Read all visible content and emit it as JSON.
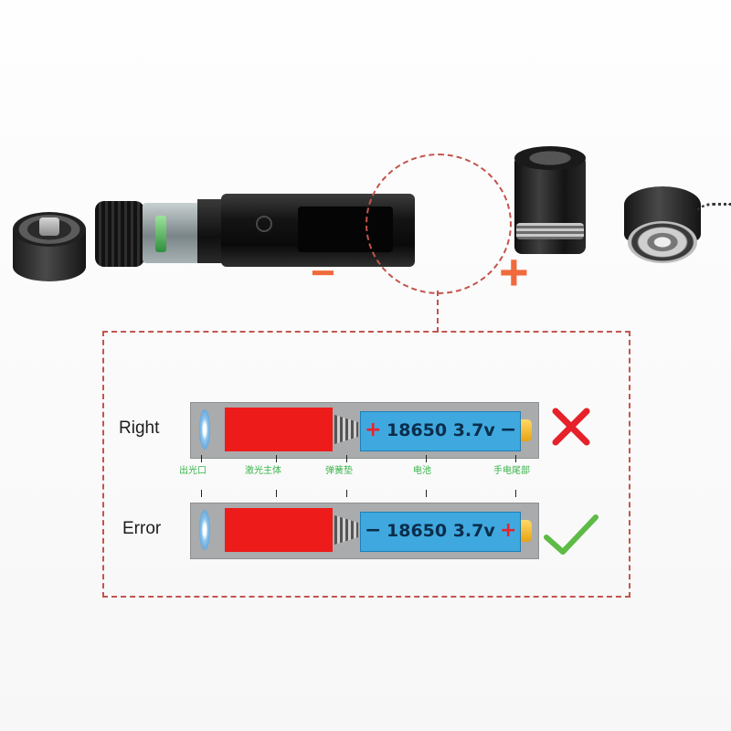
{
  "photo": {
    "minus_sign": "−",
    "plus_sign": "+"
  },
  "diagram": {
    "rows": [
      {
        "label": "Right",
        "battery_text": "18650  3.7v",
        "left_pole": "+",
        "right_pole": "−",
        "verdict_icon": "x-mark-icon"
      },
      {
        "label": "Error",
        "battery_text": "18650  3.7v",
        "left_pole": "−",
        "right_pole": "+",
        "verdict_icon": "checkmark-icon"
      }
    ],
    "parts": [
      "出光口",
      "激光主体",
      "弹簧垫",
      "电池",
      "手电尾部"
    ]
  },
  "colors": {
    "sign_orange": "#f06a3c",
    "dashed_red": "#c2554e",
    "x_red": "#e62129",
    "check_green": "#5dbb46",
    "part_label_green": "#39b54a",
    "battery_blue": "#3fa9df",
    "module_red": "#ee1b1b"
  }
}
